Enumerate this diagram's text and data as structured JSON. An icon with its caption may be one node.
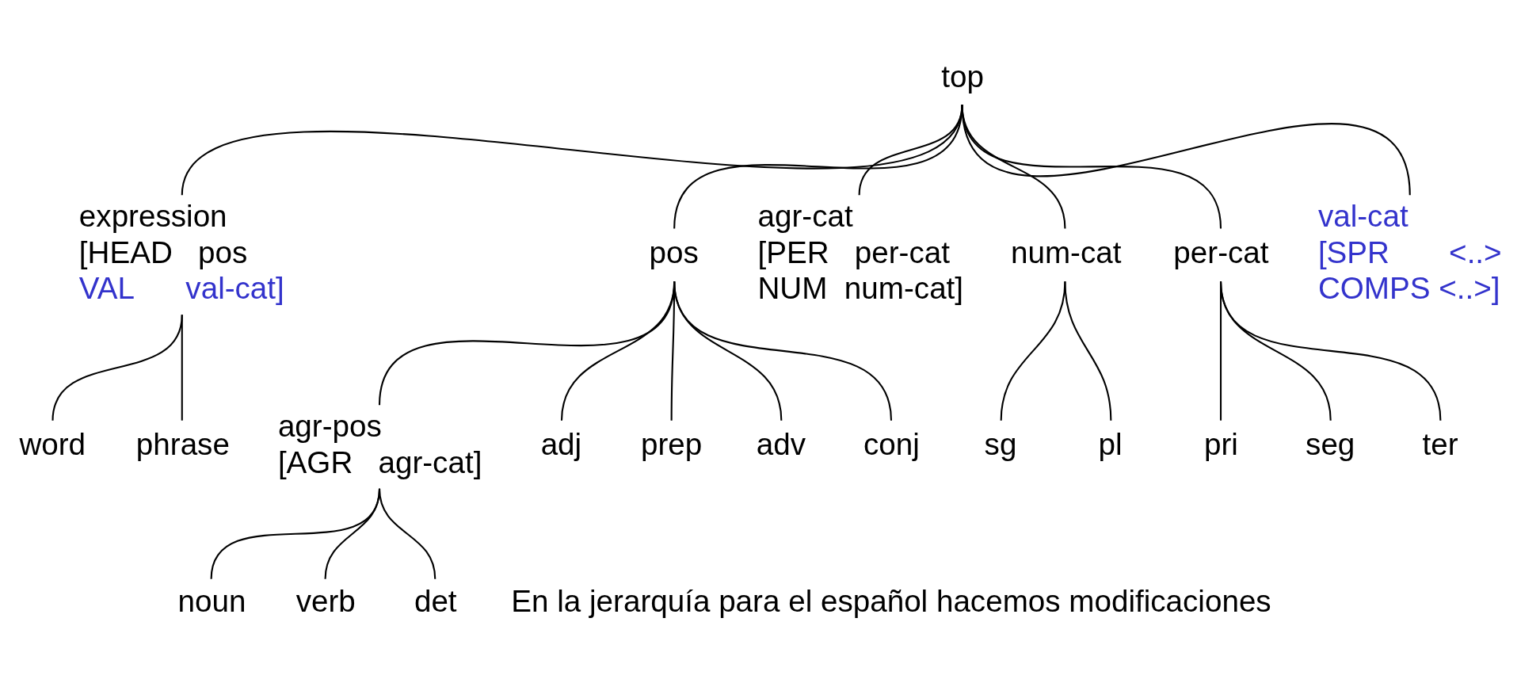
{
  "diagram": {
    "nodes": [
      {
        "text": [
          "top"
        ]
      },
      {
        "text": [
          "expression",
          "[HEAD   pos",
          "VAL      val-cat]"
        ]
      },
      {
        "text": [
          "pos"
        ]
      },
      {
        "text": [
          "agr-cat",
          "[PER   per-cat",
          "NUM  num-cat]"
        ]
      },
      {
        "text": [
          "num-cat"
        ]
      },
      {
        "text": [
          "per-cat"
        ]
      },
      {
        "text": [
          "val-cat",
          "[SPR       <..>",
          "COMPS <..>]"
        ]
      },
      {
        "text": [
          "word"
        ]
      },
      {
        "text": [
          "phrase"
        ]
      },
      {
        "text": [
          "agr-pos",
          "[AGR   agr-cat]"
        ]
      },
      {
        "text": [
          "adj"
        ]
      },
      {
        "text": [
          "prep"
        ]
      },
      {
        "text": [
          "adv"
        ]
      },
      {
        "text": [
          "conj"
        ]
      },
      {
        "text": [
          "sg"
        ]
      },
      {
        "text": [
          "pl"
        ]
      },
      {
        "text": [
          "pri"
        ]
      },
      {
        "text": [
          "seg"
        ]
      },
      {
        "text": [
          "ter"
        ]
      },
      {
        "text": [
          "noun"
        ]
      },
      {
        "text": [
          "verb"
        ]
      },
      {
        "text": [
          "det"
        ]
      }
    ],
    "edges": [
      {
        "from": 0,
        "to": 1,
        "arrow": "none"
      },
      {
        "from": 0,
        "to": 2,
        "arrow": "none"
      },
      {
        "from": 0,
        "to": 3,
        "arrow": "none"
      },
      {
        "from": 0,
        "to": 4,
        "arrow": "none"
      },
      {
        "from": 0,
        "to": 5,
        "arrow": "none"
      },
      {
        "from": 0,
        "to": 6,
        "arrow": "none"
      },
      {
        "from": 1,
        "to": 7,
        "arrow": "none"
      },
      {
        "from": 1,
        "to": 8,
        "arrow": "none"
      },
      {
        "from": 2,
        "to": 9,
        "arrow": "none"
      },
      {
        "from": 2,
        "to": 10,
        "arrow": "none"
      },
      {
        "from": 2,
        "to": 11,
        "arrow": "none"
      },
      {
        "from": 2,
        "to": 12,
        "arrow": "none"
      },
      {
        "from": 2,
        "to": 13,
        "arrow": "none"
      },
      {
        "from": 4,
        "to": 14,
        "arrow": "none"
      },
      {
        "from": 4,
        "to": 15,
        "arrow": "none"
      },
      {
        "from": 5,
        "to": 16,
        "arrow": "none"
      },
      {
        "from": 5,
        "to": 17,
        "arrow": "none"
      },
      {
        "from": 5,
        "to": 18,
        "arrow": "none"
      },
      {
        "from": 9,
        "to": 19,
        "arrow": "none"
      },
      {
        "from": 9,
        "to": 20,
        "arrow": "none"
      },
      {
        "from": 9,
        "to": 21,
        "arrow": "none"
      }
    ],
    "labels": [
      "En la jerarquía para el español hacemos modificaciones"
    ]
  }
}
